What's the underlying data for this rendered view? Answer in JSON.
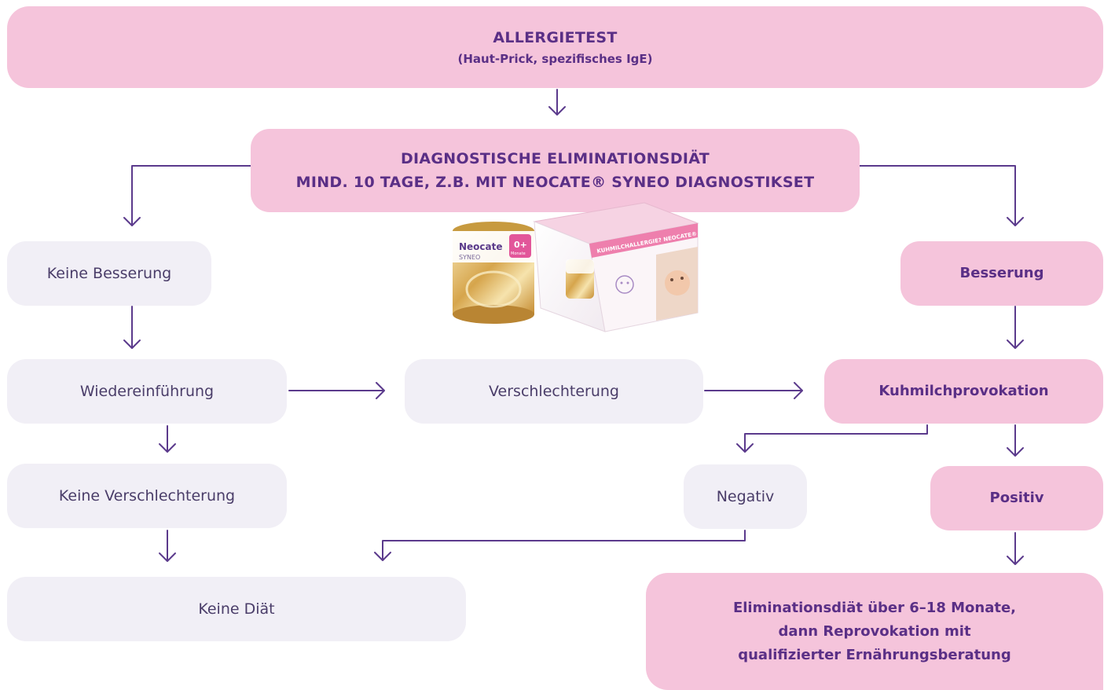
{
  "nodes": {
    "allergietest": {
      "title": "ALLERGIETEST",
      "subtitle": "(Haut-Prick, spezifisches IgE)"
    },
    "elimination": {
      "line1": "DIAGNOSTISCHE ELIMINATIONSDIÄT",
      "line2": "MIND. 10 TAGE, Z.B. MIT NEOCATE® SYNEO DIAGNOSTIKSET"
    },
    "keine_besserung": "Keine Besserung",
    "wiedereinfuehrung": "Wiedereinführung",
    "verschlechterung": "Verschlechterung",
    "keine_verschlechterung": "Keine Verschlechterung",
    "keine_diaet": "Keine Diät",
    "besserung": "Besserung",
    "kuhmilchprovokation": "Kuhmilchprovokation",
    "negativ": "Negativ",
    "positiv": "Positiv",
    "final": {
      "line1": "Eliminationsdiät über 6–18 Monate,",
      "line2": "dann Reprovokation mit",
      "line3": "qualifizierter Ernährungsberatung"
    }
  },
  "product": {
    "brand": "Neocate",
    "sub_brand": "SYNEO",
    "age_badge": "0+",
    "age_unit": "Monate",
    "box_title": "KUHMILCHALLERGIE? NEOCATE® SYNEO"
  },
  "colors": {
    "pink_box": "#f5c4db",
    "grey_box": "#f1eff6",
    "text_purple": "#5a2f86",
    "text_grey": "#4a3d69",
    "arrow": "#5b3a8c"
  }
}
